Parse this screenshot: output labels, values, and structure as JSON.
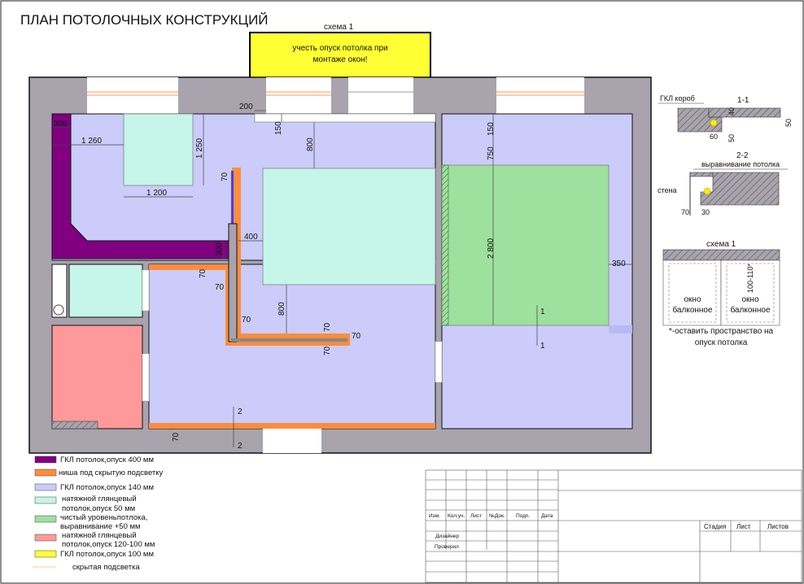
{
  "title": "ПЛАН ПОТОЛОЧНЫХ КОНСТРУКЦИЙ",
  "scheme_label": "схема 1",
  "yellow_note": [
    "учесть опуск потолка при",
    "монтаже окон!"
  ],
  "colors": {
    "wall": "#a8a3ad",
    "purple": "#800080",
    "orange": "#ff8c3c",
    "lavender": "#ccccfa",
    "mint": "#c6f5e9",
    "green": "#9ee09e",
    "pink": "#ff9999",
    "yellow": "#ffff33"
  },
  "dims": [
    "300",
    "1 260",
    "1 250",
    "1 200",
    "200",
    "150",
    "800",
    "70",
    "400",
    "300",
    "70",
    "70",
    "70",
    "800",
    "70",
    "70",
    "70",
    "70",
    "2",
    "2",
    "150",
    "750",
    "2 800",
    "350",
    "1",
    "1"
  ],
  "details": {
    "box_label": "ГКЛ короб",
    "section_1": "1-1",
    "d40": "40",
    "d50a": "50",
    "d50b": "50",
    "d60": "60",
    "section_2": "2-2",
    "leveling": "выравнивание потолка",
    "wall": "стена",
    "d70": "70",
    "d30": "30",
    "scheme": "схема 1",
    "drop": "100-110*",
    "window_1": [
      "окно",
      "балконное"
    ],
    "window_2": [
      "окно",
      "балконное"
    ],
    "footnote": [
      "*-оставить пространство на",
      "опуск потолка"
    ]
  },
  "legend": [
    {
      "color": "#800080",
      "label": [
        "ГКЛ потолок,опуск 400 мм"
      ]
    },
    {
      "color": "#ff8c3c",
      "label": [
        "ниша под скрытую подсветку"
      ]
    },
    {
      "color": "#ccccfa",
      "label": [
        "ГКЛ потолок,опуск 140 мм"
      ]
    },
    {
      "color": "#c6f5e9",
      "label": [
        "натяжной глянцевый",
        "потолок,опуск 50 мм"
      ]
    },
    {
      "color": "#9ee09e",
      "label": [
        "чистый уровеньпотлока,",
        "выравнивание +50 мм"
      ]
    },
    {
      "color": "#ff9999",
      "label": [
        "натяжной глянцевый",
        "потолок,опуск 120-100 мм"
      ]
    },
    {
      "color": "#ffff33",
      "label": [
        "ГКЛ потолок,опуск 100 мм"
      ]
    },
    {
      "color": "#ffc89a",
      "label": [
        "скрытая подсветка"
      ]
    }
  ],
  "title_block": {
    "headers": [
      "Изм.",
      "Кол.уч.",
      "Лист",
      "№Док.",
      "Подп.",
      "Дата"
    ],
    "designer": "Дизайнер",
    "checked": "Проверил",
    "stage": "Стадия",
    "sheet": "Лист",
    "sheets": "Листов"
  }
}
